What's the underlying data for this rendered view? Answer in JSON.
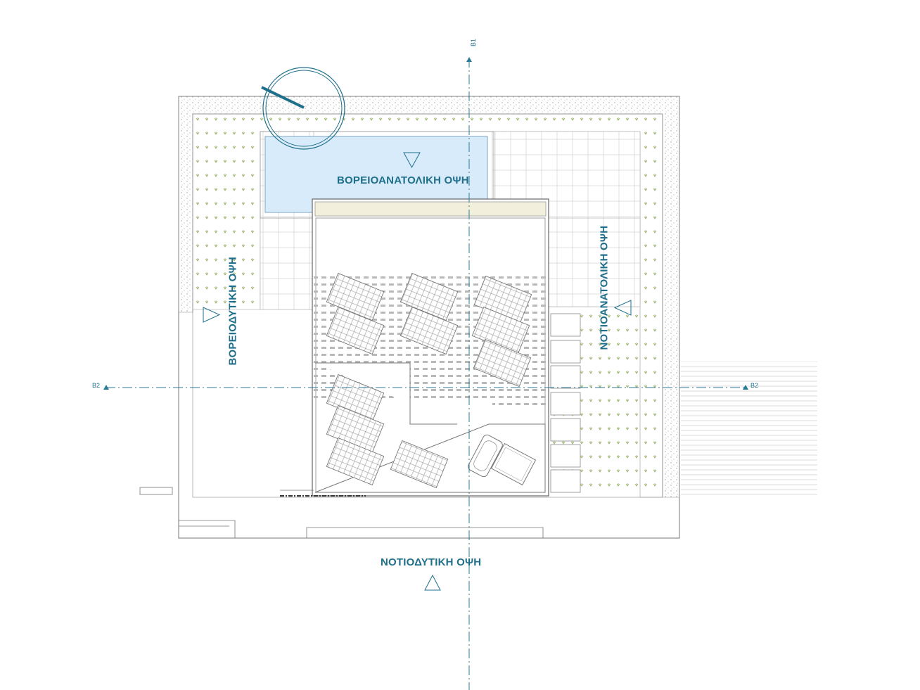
{
  "labels": {
    "northeast": "ΒΟΡΕΙΟΑΝΑΤΟΛΙΚΗ ΟΨΗ",
    "northwest": "ΒΟΡΕΙΟΔΥΤΙΚΗ ΟΨΗ",
    "southeast": "ΝΟΤΙΟΑΝΑΤΟΛΙΚΗ ΟΨΗ",
    "southwest": "ΝΟΤΙΟΔΥΤΙΚΗ ΟΨΗ"
  },
  "section_marks": {
    "b1": "B1",
    "b2_left": "B2",
    "b2_right": "B2"
  },
  "colors": {
    "line": "#555555",
    "accent": "#1f6f8b",
    "pool": "#d7ebfb",
    "pool_edge": "#7fa6c6",
    "beige": "#f2f0dc",
    "grass_dot": "#8aa05a",
    "gravel": "#c8c8c8"
  },
  "icons": {
    "north_arrow": "compass-circle-icon",
    "view_marker": "triangle-marker-icon"
  }
}
